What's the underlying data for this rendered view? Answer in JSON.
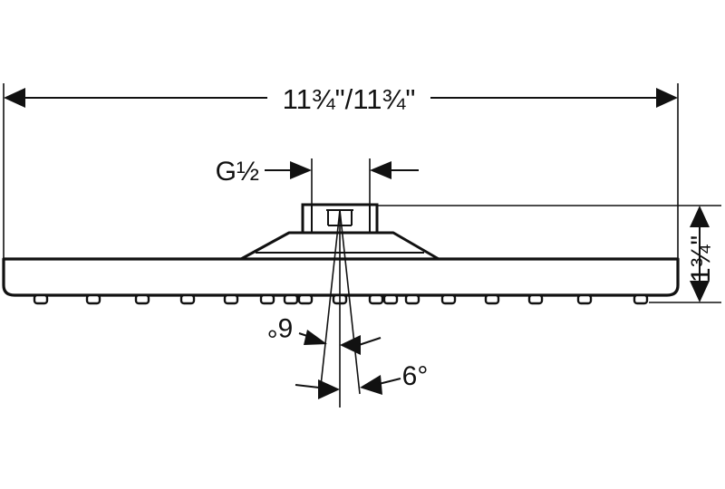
{
  "diagram": {
    "width_label": "11¾\"/11¾\"",
    "connection_label": "G½",
    "height_label": "1¾\"",
    "angle_left_label": "6°",
    "angle_right_label": "6°"
  }
}
